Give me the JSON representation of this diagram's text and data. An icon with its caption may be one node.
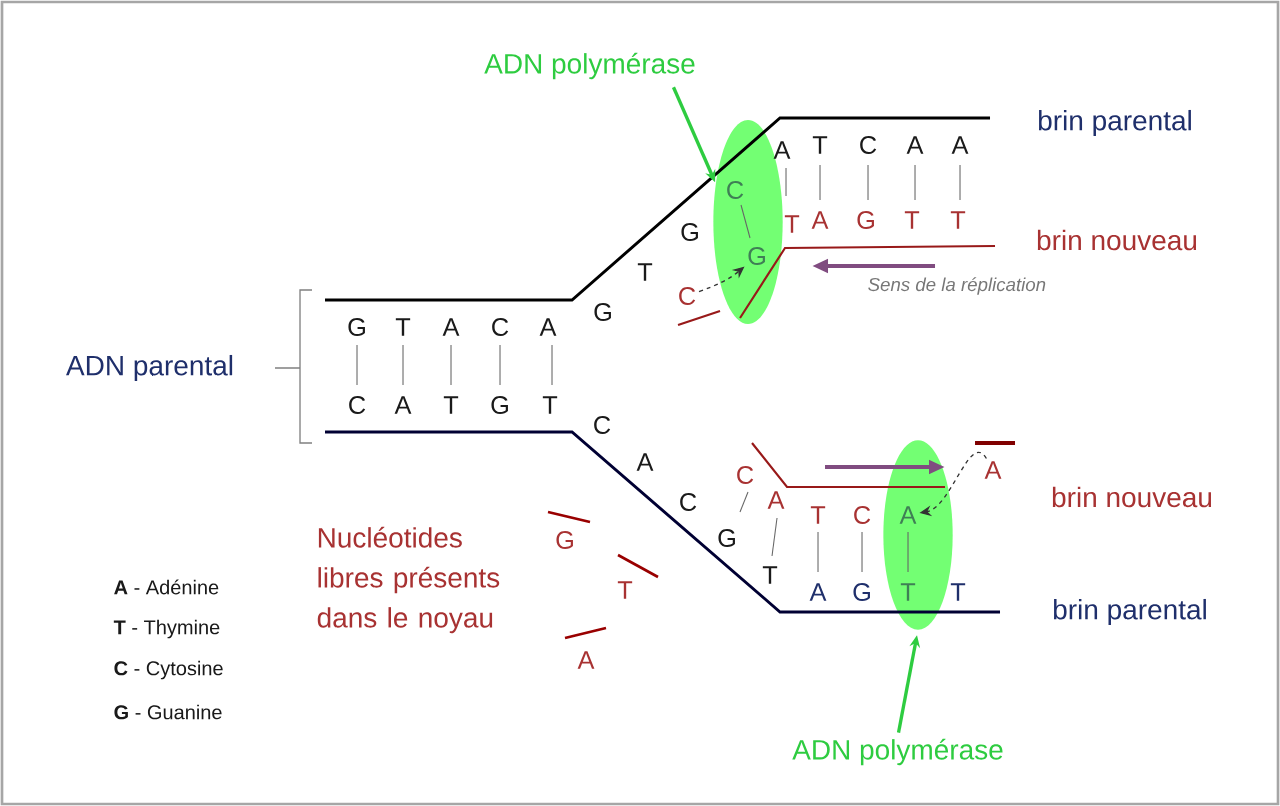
{
  "diagram": {
    "nodes": [
      {
        "text": [
          "ADN polymérase"
        ]
      },
      {
        "text": [],
        "shape": "ellipse"
      },
      {
        "text": [
          "G"
        ],
        "in": 1
      },
      {
        "text": [
          "C"
        ]
      },
      {
        "text": [],
        "shape": "ellipse"
      },
      {
        "text": [
          "A"
        ],
        "in": 4
      },
      {
        "text": [
          "A"
        ]
      },
      {
        "text": [
          "ADN polymérase"
        ]
      }
    ],
    "edges": [
      {
        "from": 0,
        "to": 1,
        "arrow": "to",
        "style": "thick",
        "color": "#2ecc40"
      },
      {
        "from": 3,
        "to": 2,
        "arrow": "to",
        "style": "dashed",
        "color": "#333333"
      },
      {
        "from": 6,
        "to": 5,
        "arrow": "to",
        "style": "dashed",
        "color": "#333333"
      },
      {
        "from": 7,
        "to": 4,
        "arrow": "to",
        "style": "thick",
        "color": "#2ecc40"
      }
    ],
    "labels": [
      "brin parental",
      "A",
      "T",
      "C",
      "A",
      "A",
      "C",
      "G",
      "T",
      "A",
      "G",
      "T",
      "T",
      "brin nouveau",
      "T",
      "Sens de la réplication",
      "G",
      "ADN parental",
      "G",
      "T",
      "A",
      "C",
      "A",
      "C",
      "A",
      "T",
      "G",
      "T",
      "C",
      "A",
      "C",
      "C",
      "A",
      "T",
      "C",
      "brin nouveau",
      "Nucléotides libres présents dans le noyau",
      "G",
      "G",
      "T",
      "A",
      "G",
      "T",
      "T",
      "brin parental",
      "T",
      "A",
      "**A** - Adénine",
      "**T** - Thymine",
      "**C** - Cytosine",
      "**G** - Guanine"
    ]
  }
}
